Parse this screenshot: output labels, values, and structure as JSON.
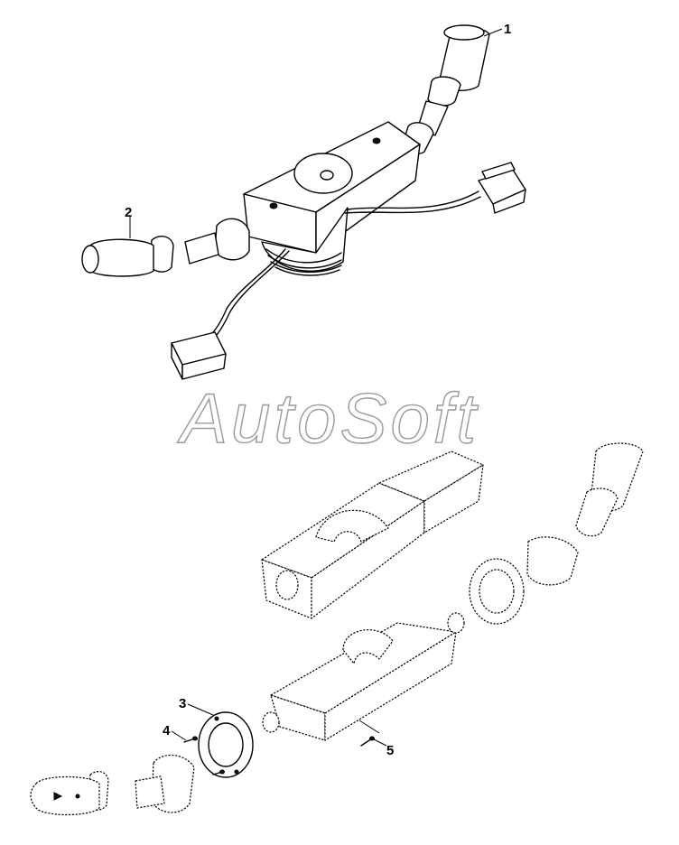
{
  "watermark": "AutoSoft",
  "callouts": [
    {
      "id": "1",
      "label": "1"
    },
    {
      "id": "2",
      "label": "2"
    },
    {
      "id": "3",
      "label": "3"
    },
    {
      "id": "4",
      "label": "4"
    },
    {
      "id": "5",
      "label": "5"
    }
  ]
}
